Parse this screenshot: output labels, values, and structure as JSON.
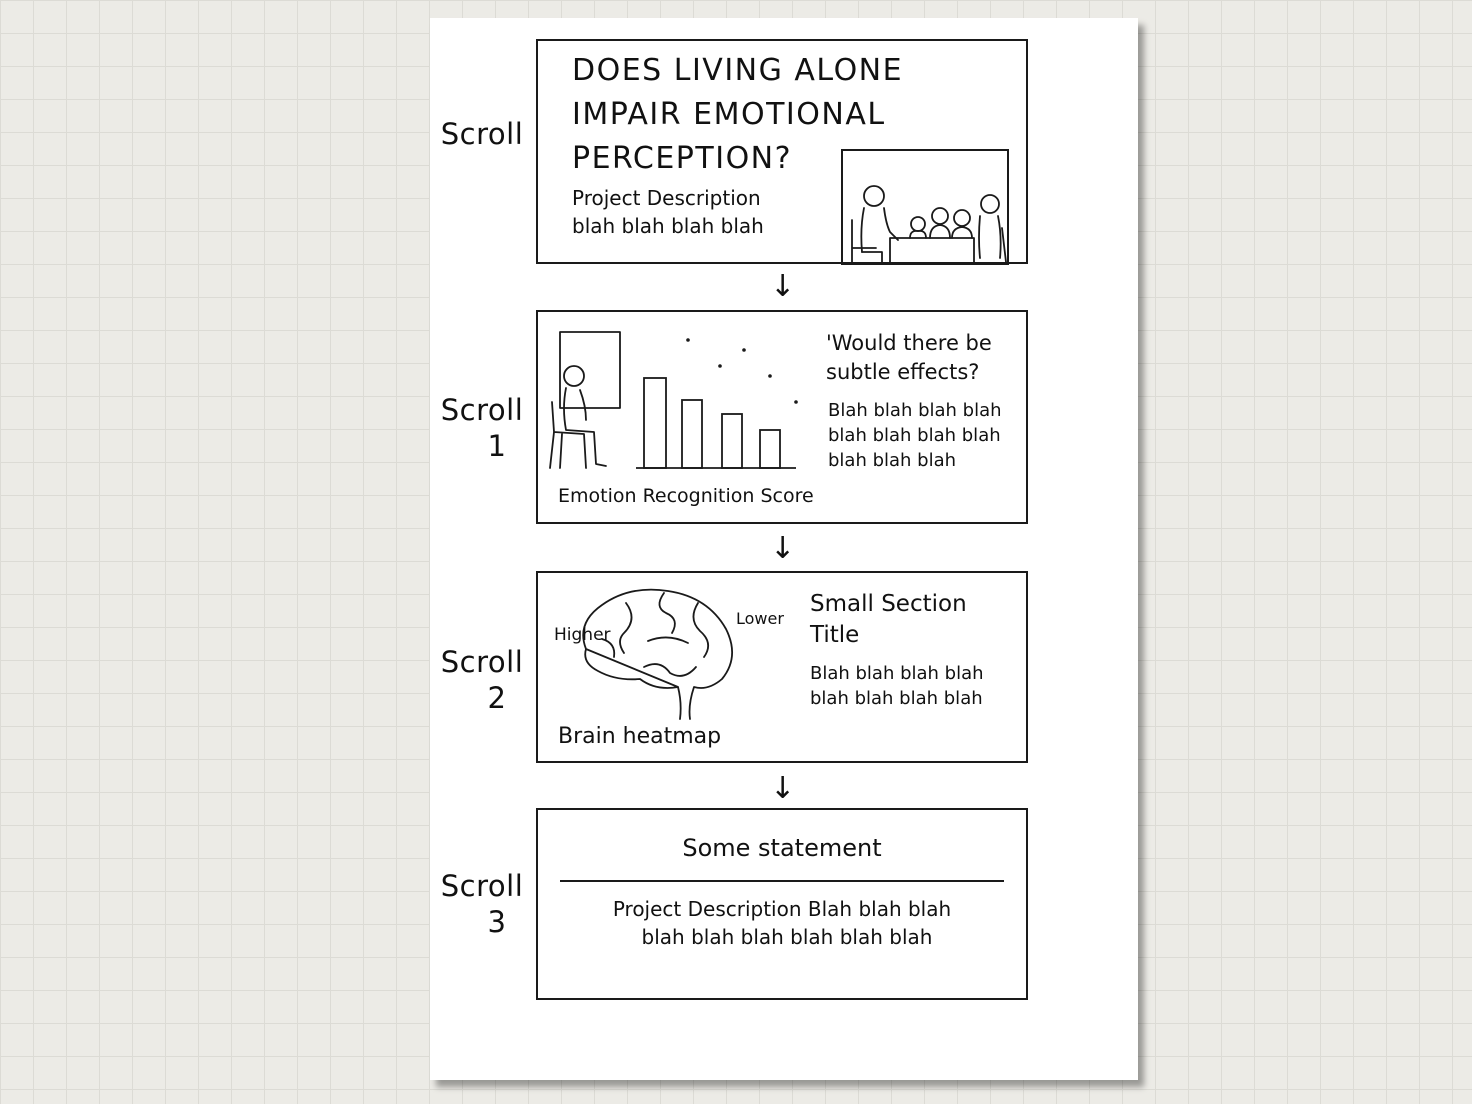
{
  "labels": {
    "scroll_intro": "Scroll",
    "scroll_1": [
      "Scroll",
      "1"
    ],
    "scroll_2": [
      "Scroll",
      "2"
    ],
    "scroll_3": [
      "Scroll",
      "3"
    ]
  },
  "arrow_glyph": "↓",
  "panel_intro": {
    "title_lines": [
      "DOES LIVING ALONE",
      "IMPAIR EMOTIONAL",
      "PERCEPTION?"
    ],
    "description_lines": [
      "Project Description",
      "blah blah blah blah"
    ],
    "illustration_icon": "people-at-table-icon"
  },
  "panel_1": {
    "question_lines": [
      "'Would there be",
      "subtle effects?"
    ],
    "body_lines": [
      "Blah blah blah blah",
      "blah blah blah blah",
      "blah blah blah"
    ],
    "chart_caption": "Emotion Recognition Score",
    "illustration_icon": "seated-person-icon"
  },
  "panel_2": {
    "section_title_lines": [
      "Small Section",
      "Title"
    ],
    "body_lines": [
      "Blah blah blah blah",
      "blah blah blah blah"
    ],
    "brain_label_high": "Higher",
    "brain_label_low": "Lower",
    "brain_caption": "Brain heatmap",
    "illustration_icon": "brain-icon"
  },
  "panel_3": {
    "statement": "Some statement",
    "description_lines": [
      "Project Description Blah blah blah",
      "blah blah blah blah blah blah"
    ]
  },
  "colors": {
    "background": "#ecebe6",
    "grid": "#dcdbd5",
    "paper": "#ffffff",
    "ink": "#1a1a1a"
  }
}
